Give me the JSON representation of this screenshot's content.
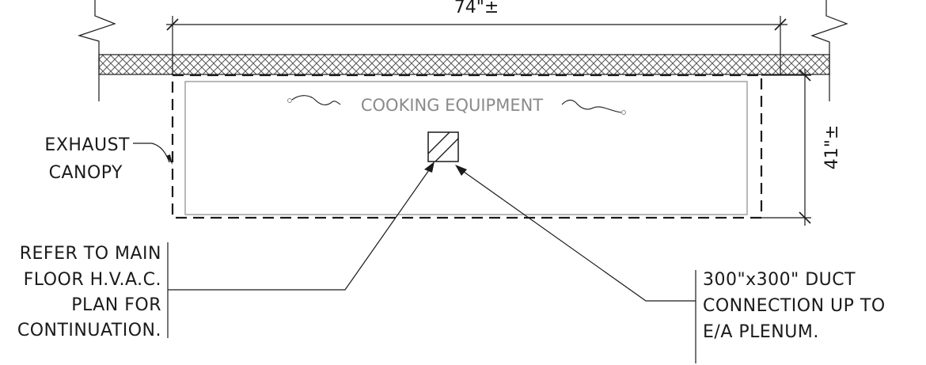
{
  "drawing": {
    "width_dimension": "74\"±",
    "height_dimension": "41\"±",
    "equipment_label": "COOKING EQUIPMENT",
    "canopy_label": [
      "EXHAUST",
      "CANOPY"
    ],
    "refer_note": [
      "REFER TO MAIN",
      "FLOOR H.V.A.C.",
      "PLAN FOR",
      "CONTINUATION."
    ],
    "duct_note": [
      "300\"x300\" DUCT",
      "CONNECTION UP TO",
      "E/A PLENUM."
    ]
  }
}
